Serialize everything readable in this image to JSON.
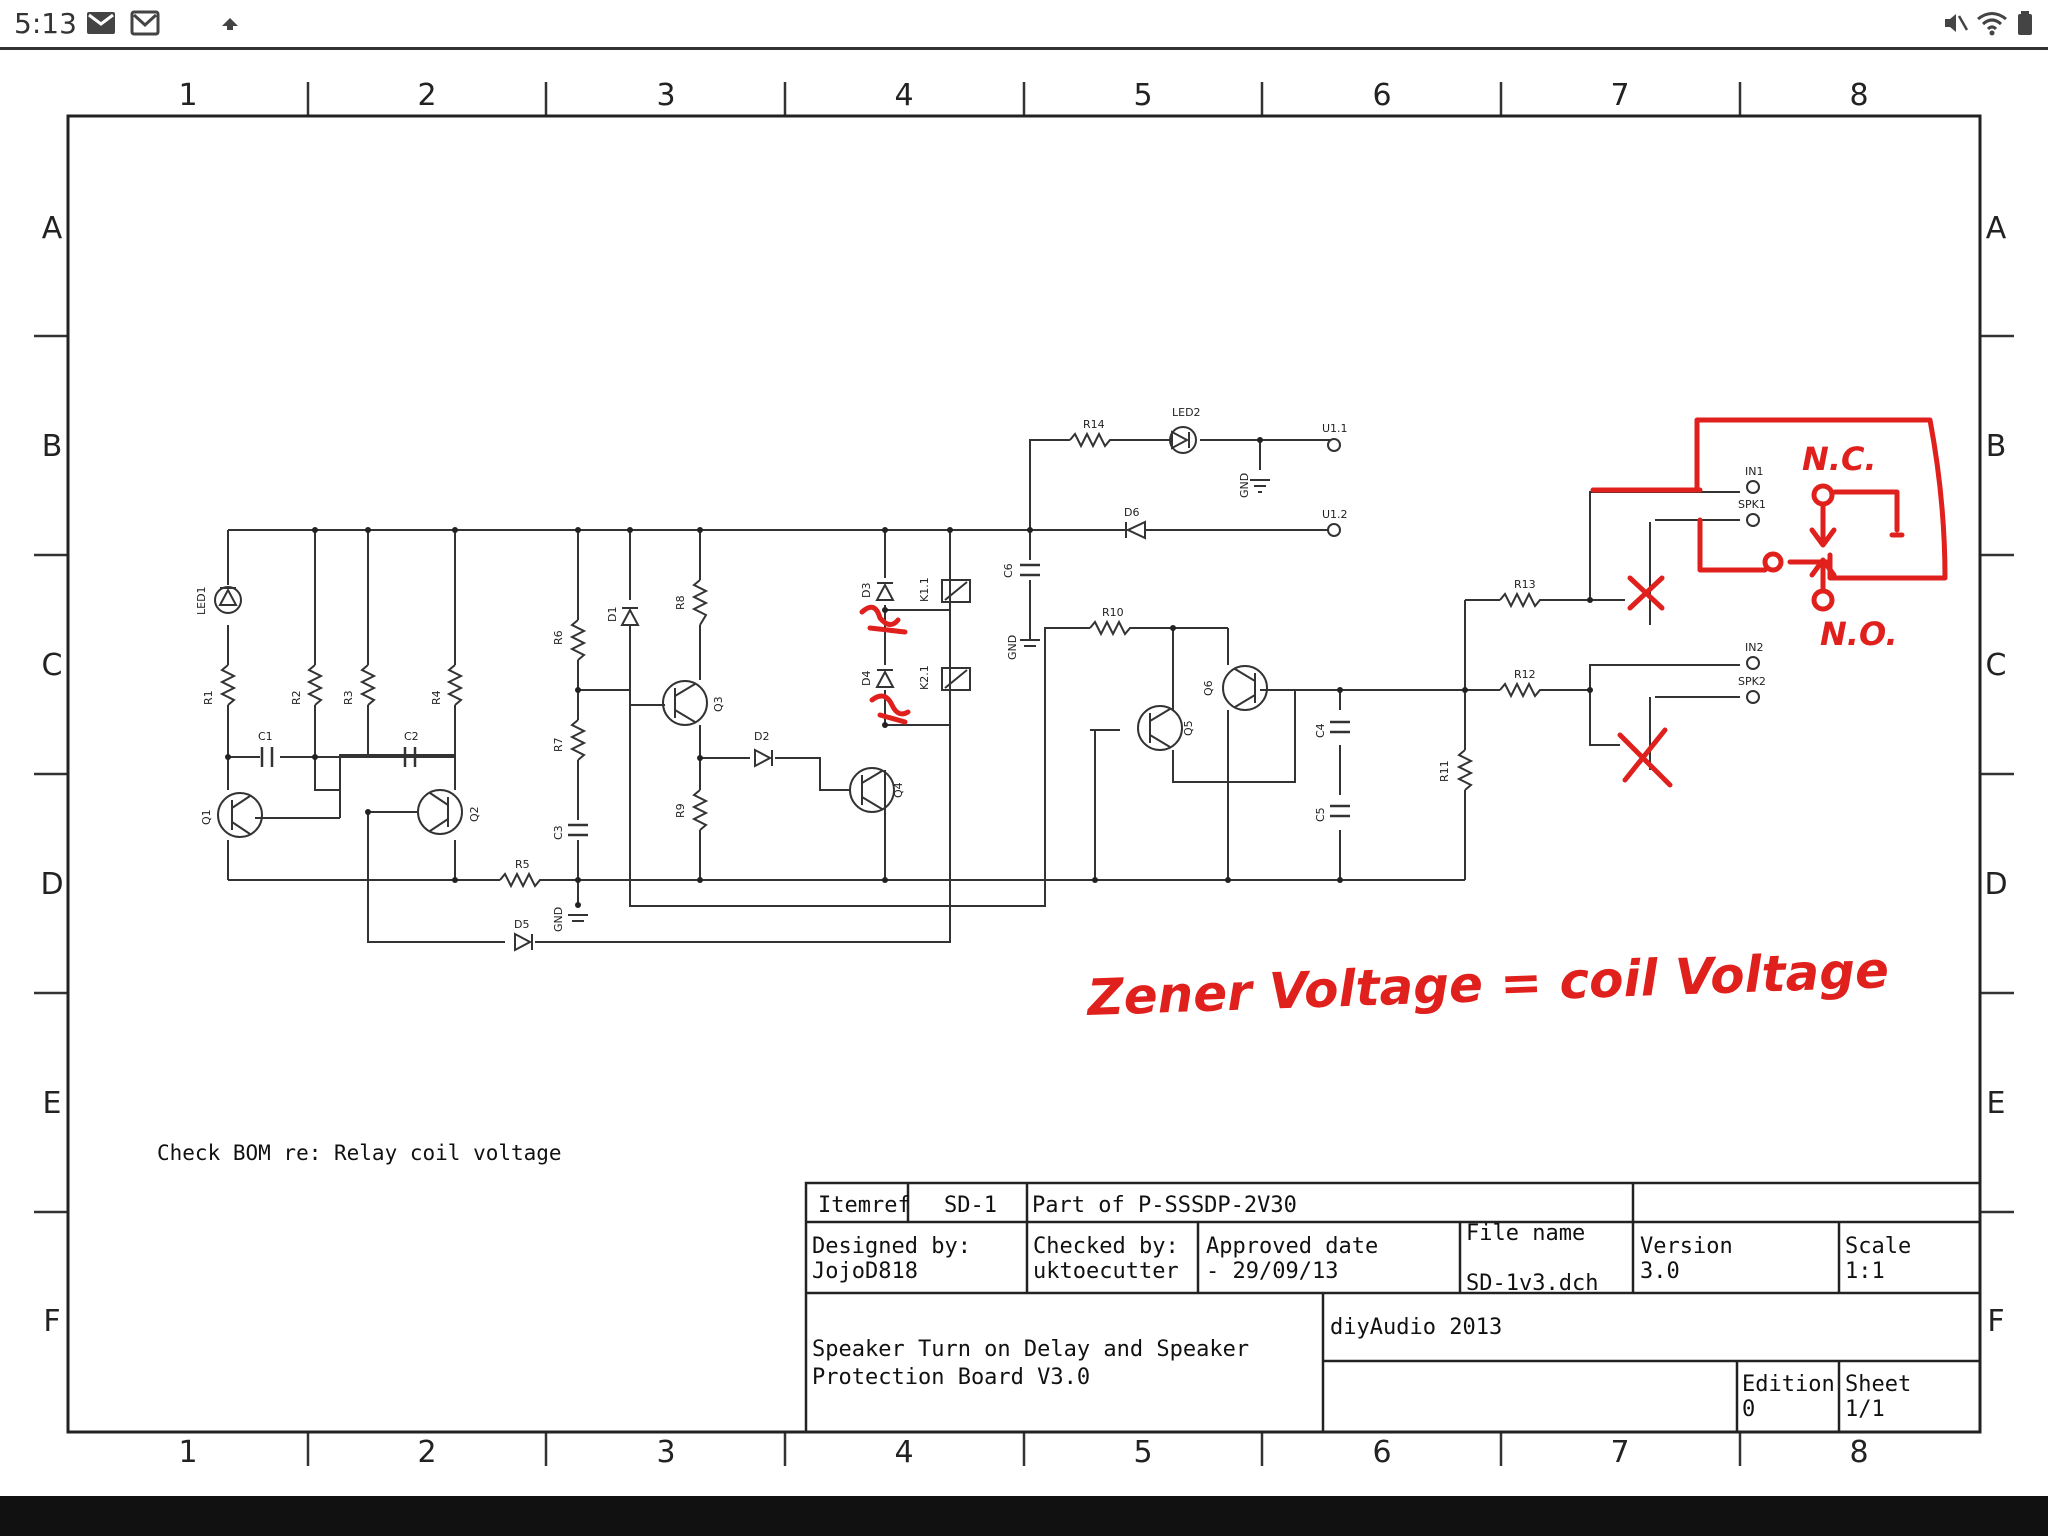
{
  "status_bar": {
    "time": "5:13",
    "icons_left": [
      "gmail-icon",
      "mail-outline-icon",
      "notification-icon"
    ],
    "icons_right": [
      "mute-icon",
      "wifi-icon",
      "battery-icon"
    ]
  },
  "sheet": {
    "columns": [
      "1",
      "2",
      "3",
      "4",
      "5",
      "6",
      "7",
      "8"
    ],
    "rows": [
      "A",
      "B",
      "C",
      "D",
      "E",
      "F"
    ],
    "note": "Check BOM re: Relay coil voltage"
  },
  "components": {
    "LED1": "LED1",
    "LED2": "LED2",
    "R1": "R1",
    "R2": "R2",
    "R3": "R3",
    "R4": "R4",
    "R5": "R5",
    "R6": "R6",
    "R7": "R7",
    "R8": "R8",
    "R9": "R9",
    "R10": "R10",
    "R11": "R11",
    "R12": "R12",
    "R13": "R13",
    "R14": "R14",
    "C1": "C1",
    "C2": "C2",
    "C3": "C3",
    "C4": "C4",
    "C5": "C5",
    "C6": "C6",
    "Q1": "Q1",
    "Q2": "Q2",
    "Q3": "Q3",
    "Q4": "Q4",
    "Q5": "Q5",
    "Q6": "Q6",
    "D1": "D1",
    "D2": "D2",
    "D3": "D3",
    "D4": "D4",
    "D5": "D5",
    "D6": "D6",
    "K11": "K1.1",
    "K21": "K2.1",
    "U11": "U1.1",
    "U12": "U1.2",
    "IN1": "IN1",
    "SPK1": "SPK1",
    "IN2": "IN2",
    "SPK2": "SPK2",
    "GND": "GND"
  },
  "title_block": {
    "itemref_label": "Itemref",
    "itemref_value": "SD-1",
    "part_of": "Part of P-SSSDP-2V30",
    "designed_label": "Designed by:",
    "designed_value": "JojoD818",
    "checked_label": "Checked by:",
    "checked_value": "uktoecutter",
    "approved_label": "Approved date",
    "approved_value": "- 29/09/13",
    "filename_label": "File name",
    "filename_value": "SD-1v3.dch",
    "version_label": "Version",
    "version_value": "3.0",
    "scale_label": "Scale",
    "scale_value": "1:1",
    "title_line1": "Speaker Turn on Delay and Speaker",
    "title_line2": "Protection Board V3.0",
    "company": "diyAudio 2013",
    "edition_label": "Edition",
    "edition_value": "0",
    "sheet_label": "Sheet",
    "sheet_value": "1/1"
  },
  "annotations": {
    "nc": "N.C.",
    "no": "N.O.",
    "zener_note": "Zener Voltage = coil Voltage",
    "color": "#e0201c"
  }
}
